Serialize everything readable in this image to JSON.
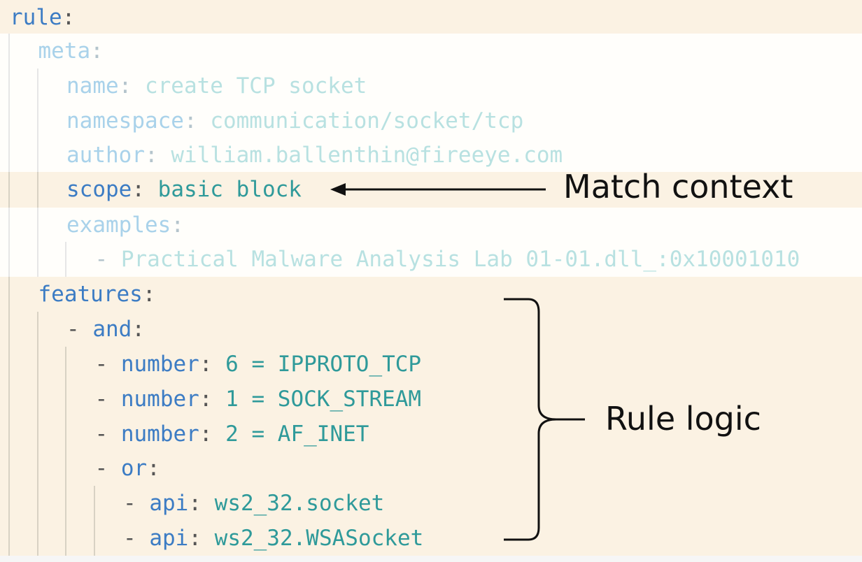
{
  "colors": {
    "key": "#3c7cc4",
    "value": "#2f9a9a",
    "highlight_bg": "#fbf2e3",
    "dimmed_bg": "#fffefb"
  },
  "code_lines": [
    {
      "indent": 0,
      "dash": false,
      "key": "rule",
      "value": "",
      "state": "hl"
    },
    {
      "indent": 1,
      "dash": false,
      "key": "meta",
      "value": "",
      "state": "dim"
    },
    {
      "indent": 2,
      "dash": false,
      "key": "name",
      "value": "create TCP socket",
      "state": "dim"
    },
    {
      "indent": 2,
      "dash": false,
      "key": "namespace",
      "value": "communication/socket/tcp",
      "state": "dim"
    },
    {
      "indent": 2,
      "dash": false,
      "key": "author",
      "value": "william.ballenthin@fireeye.com",
      "state": "dim"
    },
    {
      "indent": 2,
      "dash": false,
      "key": "scope",
      "value": "basic block",
      "state": "hl"
    },
    {
      "indent": 2,
      "dash": false,
      "key": "examples",
      "value": "",
      "state": "dim"
    },
    {
      "indent": 3,
      "dash": true,
      "key": "",
      "value": "Practical Malware Analysis Lab 01-01.dll_:0x10001010",
      "state": "dim"
    },
    {
      "indent": 1,
      "dash": false,
      "key": "features",
      "value": "",
      "state": "hl"
    },
    {
      "indent": 2,
      "dash": true,
      "key": "and",
      "value": "",
      "state": "hl"
    },
    {
      "indent": 3,
      "dash": true,
      "key": "number",
      "value": "6 = IPPROTO_TCP",
      "state": "hl"
    },
    {
      "indent": 3,
      "dash": true,
      "key": "number",
      "value": "1 = SOCK_STREAM",
      "state": "hl"
    },
    {
      "indent": 3,
      "dash": true,
      "key": "number",
      "value": "2 = AF_INET",
      "state": "hl"
    },
    {
      "indent": 3,
      "dash": true,
      "key": "or",
      "value": "",
      "state": "hl"
    },
    {
      "indent": 4,
      "dash": true,
      "key": "api",
      "value": "ws2_32.socket",
      "state": "hl"
    },
    {
      "indent": 4,
      "dash": true,
      "key": "api",
      "value": "ws2_32.WSASocket",
      "state": "hl"
    }
  ],
  "annotations": {
    "match_context": "Match context",
    "rule_logic": "Rule logic"
  }
}
